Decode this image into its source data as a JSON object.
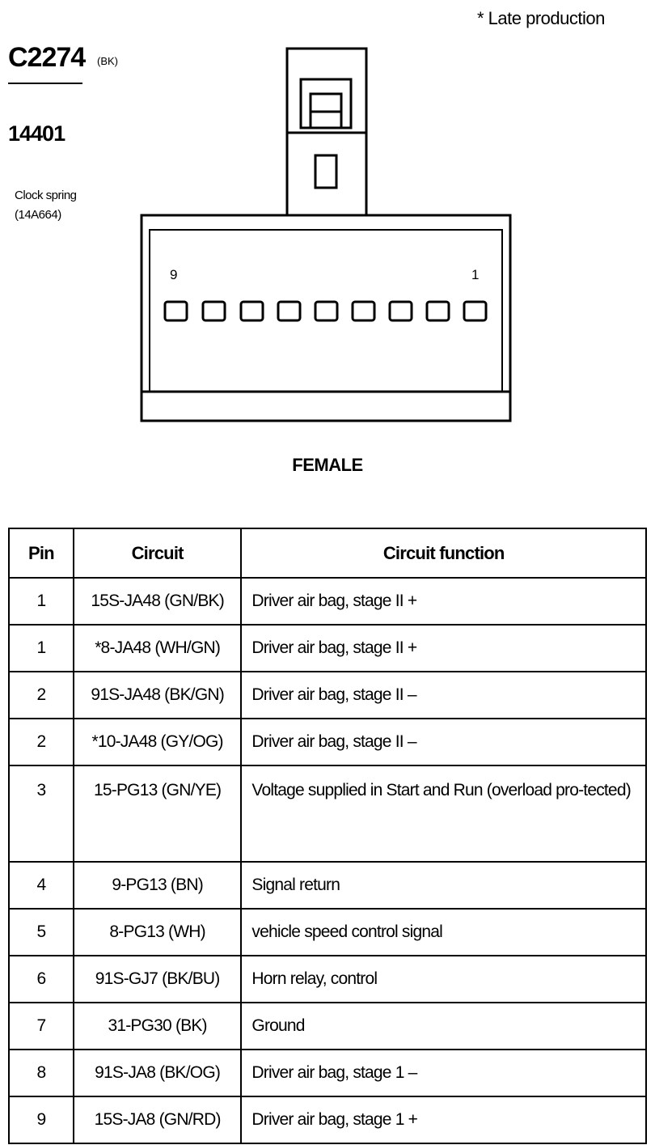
{
  "header": {
    "note": "*   Late production",
    "connector_id": "C2274",
    "connector_color": "(BK)",
    "part_number": "14401",
    "component_lines": [
      "Clock spring",
      "(14A664)"
    ]
  },
  "connector": {
    "pin_left_label": "9",
    "pin_right_label": "1",
    "gender": "FEMALE"
  },
  "table": {
    "headers": [
      "Pin",
      "Circuit",
      "Circuit function"
    ],
    "rows": [
      {
        "pin": "1",
        "circuit": "15S-JA48 (GN/BK)",
        "function": "Driver air bag, stage II +"
      },
      {
        "pin": "1",
        "circuit": "*8-JA48 (WH/GN)",
        "function": "Driver air bag, stage II +"
      },
      {
        "pin": "2",
        "circuit": "91S-JA48 (BK/GN)",
        "function": "Driver air bag, stage II –"
      },
      {
        "pin": "2",
        "circuit": "*10-JA48 (GY/OG)",
        "function": "Driver air bag, stage II –"
      },
      {
        "pin": "3",
        "circuit": "15-PG13 (GN/YE)",
        "function": "Voltage supplied in Start and Run (overload pro-tected)"
      },
      {
        "pin": "4",
        "circuit": "9-PG13 (BN)",
        "function": "Signal return"
      },
      {
        "pin": "5",
        "circuit": "8-PG13 (WH)",
        "function": "vehicle speed control signal"
      },
      {
        "pin": "6",
        "circuit": "91S-GJ7 (BK/BU)",
        "function": "Horn relay, control"
      },
      {
        "pin": "7",
        "circuit": "31-PG30 (BK)",
        "function": "Ground"
      },
      {
        "pin": "8",
        "circuit": "91S-JA8 (BK/OG)",
        "function": "Driver air bag, stage 1 –"
      },
      {
        "pin": "9",
        "circuit": "15S-JA8 (GN/RD)",
        "function": "Driver air bag, stage 1 +"
      }
    ]
  }
}
